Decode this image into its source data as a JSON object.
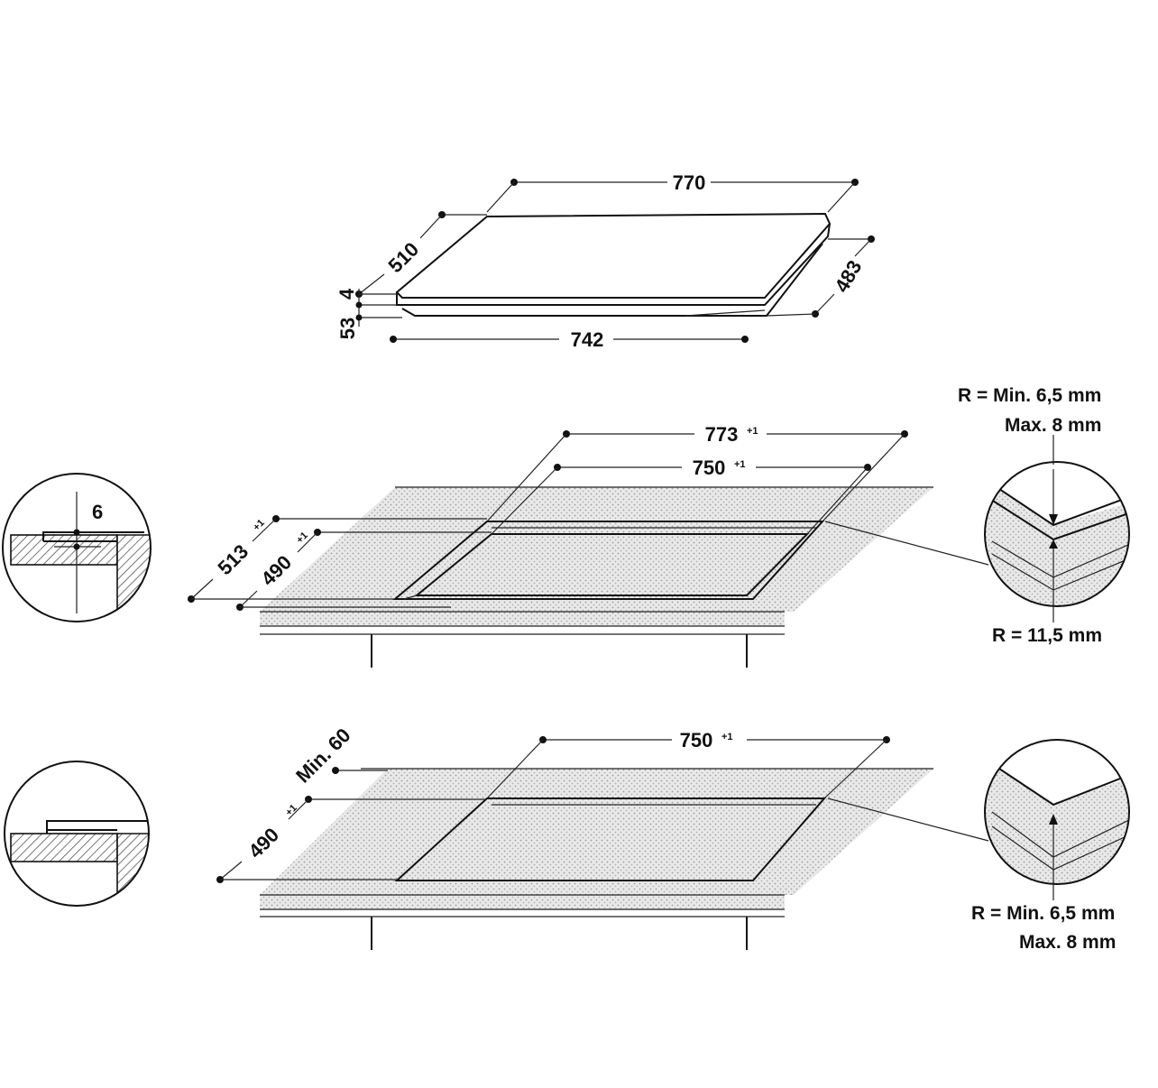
{
  "hob": {
    "width_top": "770",
    "depth_left": "510",
    "thickness_glass": "4",
    "height_body": "53",
    "width_body": "742",
    "depth_body": "483"
  },
  "flush_mount": {
    "cutout_width_outer": "773",
    "cutout_width_outer_tol": "+1",
    "cutout_width_inner": "750",
    "cutout_width_inner_tol": "+1",
    "cutout_depth_outer": "513",
    "cutout_depth_outer_tol": "+1",
    "cutout_depth_inner": "490",
    "cutout_depth_inner_tol": "+1",
    "detail_depth": "6",
    "radius_top_line1": "R = Min. 6,5 mm",
    "radius_top_line2": "Max. 8 mm",
    "radius_bottom": "R = 11,5 mm"
  },
  "surface_mount": {
    "cutout_width": "750",
    "cutout_width_tol": "+1",
    "min_distance": "Min. 60",
    "cutout_depth": "490",
    "cutout_depth_tol": "+1",
    "radius_line1": "R = Min. 6,5 mm",
    "radius_line2": "Max. 8 mm"
  },
  "colors": {
    "line": "#111111",
    "hatch": "#9a9a9a"
  }
}
